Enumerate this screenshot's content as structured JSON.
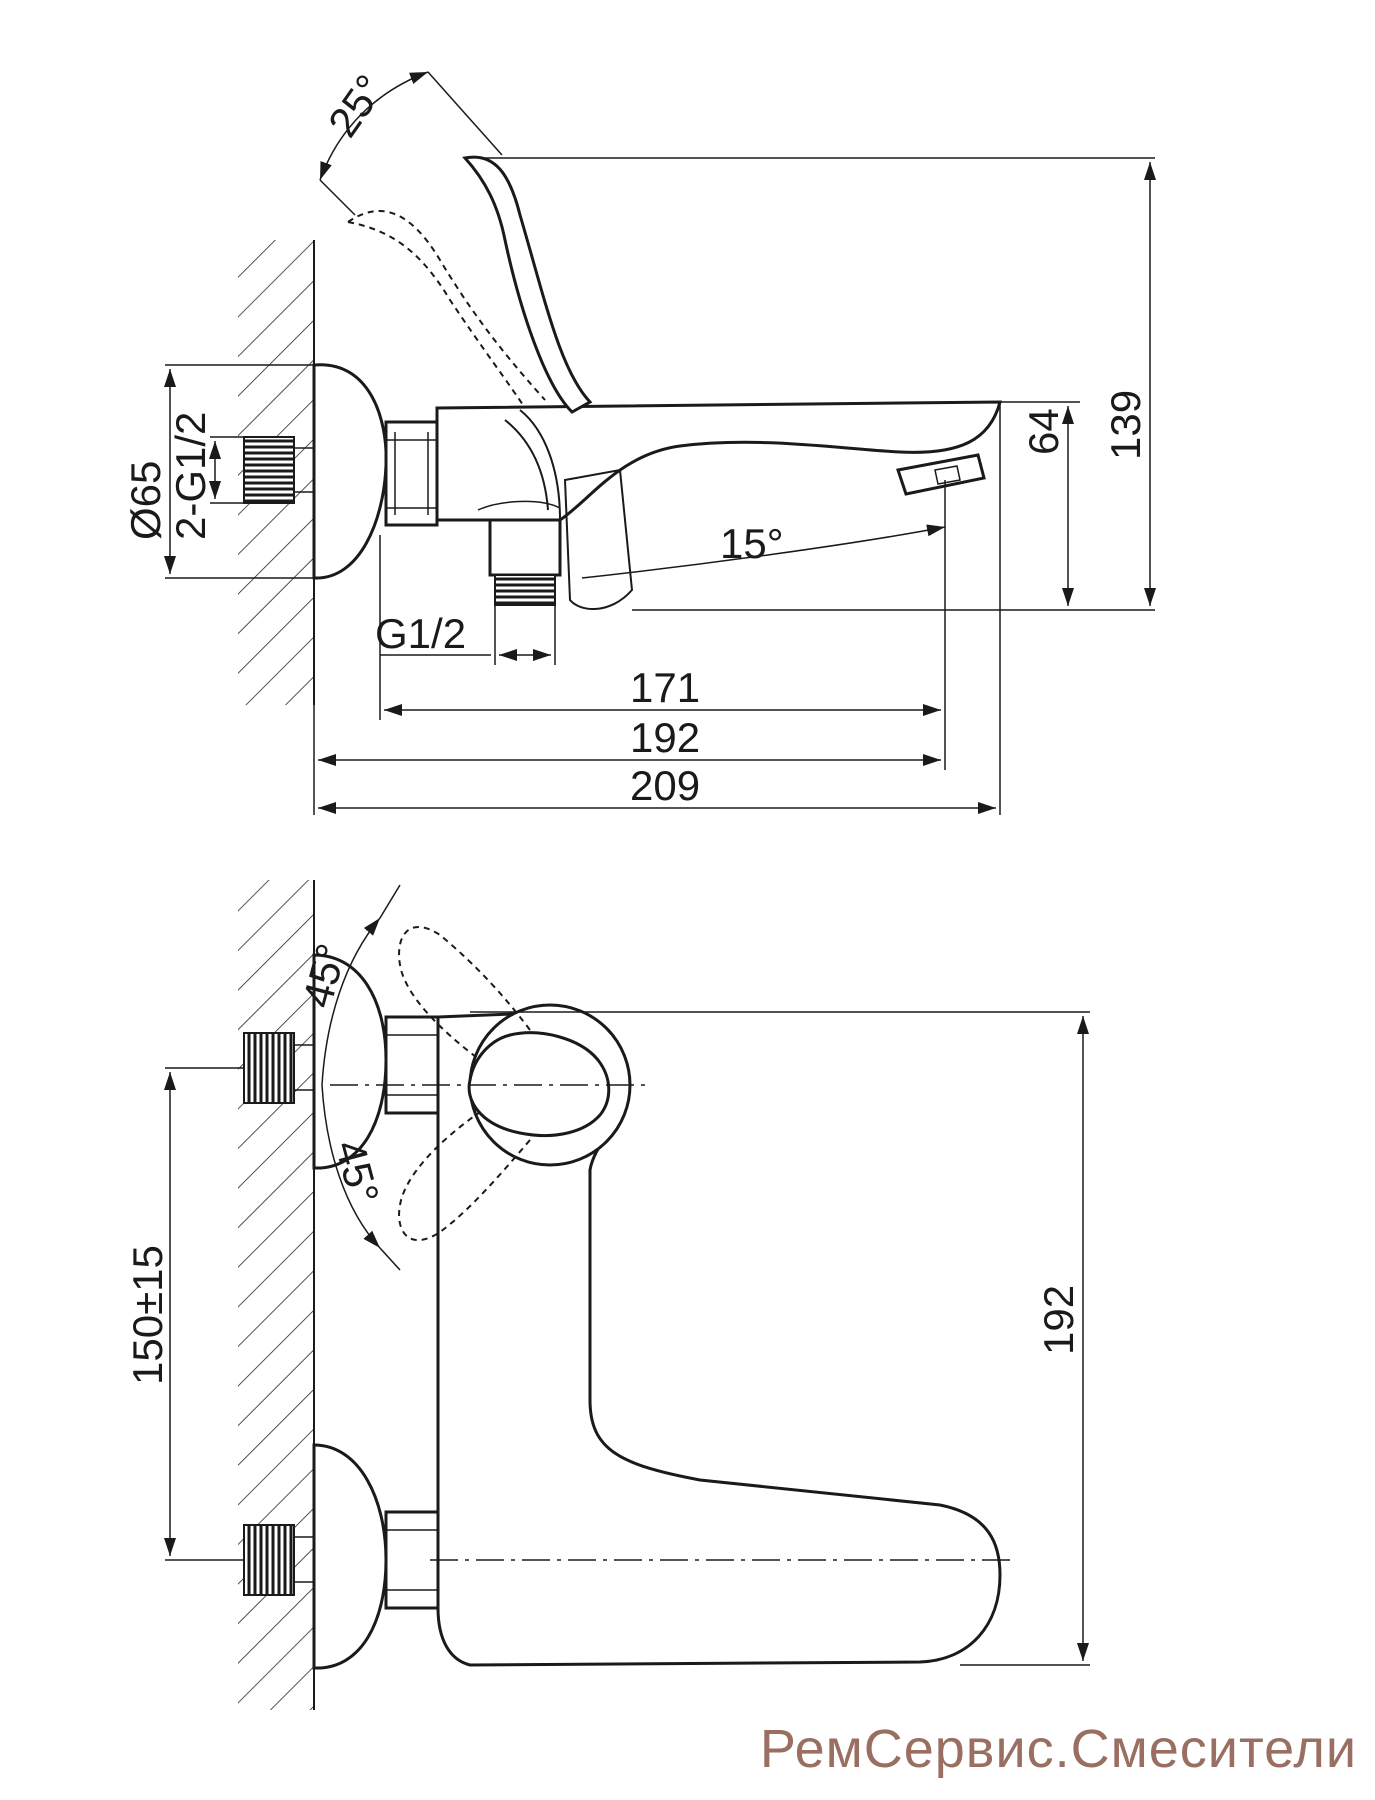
{
  "labels": {
    "side_view": {
      "angle_handle": "25°",
      "diameter": "Ø65",
      "inlets": "2-G1/2",
      "angle_spout": "15°",
      "outlet_thread": "G1/2",
      "height_body": "64",
      "height_total": "139",
      "len_171": "171",
      "len_192": "192",
      "len_209": "209"
    },
    "top_view": {
      "angle_upper": "45°",
      "angle_lower": "45°",
      "inlet_spacing": "150±15",
      "spout_length": "192"
    }
  },
  "watermark": "РемСервис.Смесители"
}
